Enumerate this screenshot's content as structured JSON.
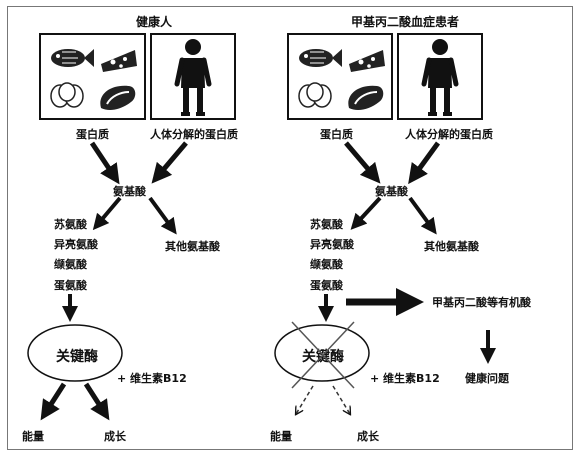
{
  "left": {
    "title": "健康人",
    "protein": "蛋白质",
    "body_protein": "人体分解的蛋白质",
    "amino_acid": "氨基酸",
    "other_amino": "其他氨基酸",
    "amino_list": [
      "苏氨酸",
      "异亮氨酸",
      "缬氨酸",
      "蛋氨酸"
    ],
    "enzyme": "关键酶",
    "vitamin": "+ 维生素B12",
    "energy": "能量",
    "growth": "成长"
  },
  "right": {
    "title": "甲基丙二酸血症患者",
    "protein": "蛋白质",
    "body_protein": "人体分解的蛋白质",
    "amino_acid": "氨基酸",
    "other_amino": "其他氨基酸",
    "amino_list": [
      "苏氨酸",
      "异亮氨酸",
      "缬氨酸",
      "蛋氨酸"
    ],
    "enzyme": "关键酶",
    "vitamin": "+ 维生素B12",
    "energy": "能量",
    "growth": "成长",
    "organic_acid": "甲基丙二酸等有机酸",
    "health_problem": "健康问题"
  },
  "icons": [
    "fish-icon",
    "cheese-icon",
    "eggs-icon",
    "meat-icon",
    "person-icon"
  ]
}
